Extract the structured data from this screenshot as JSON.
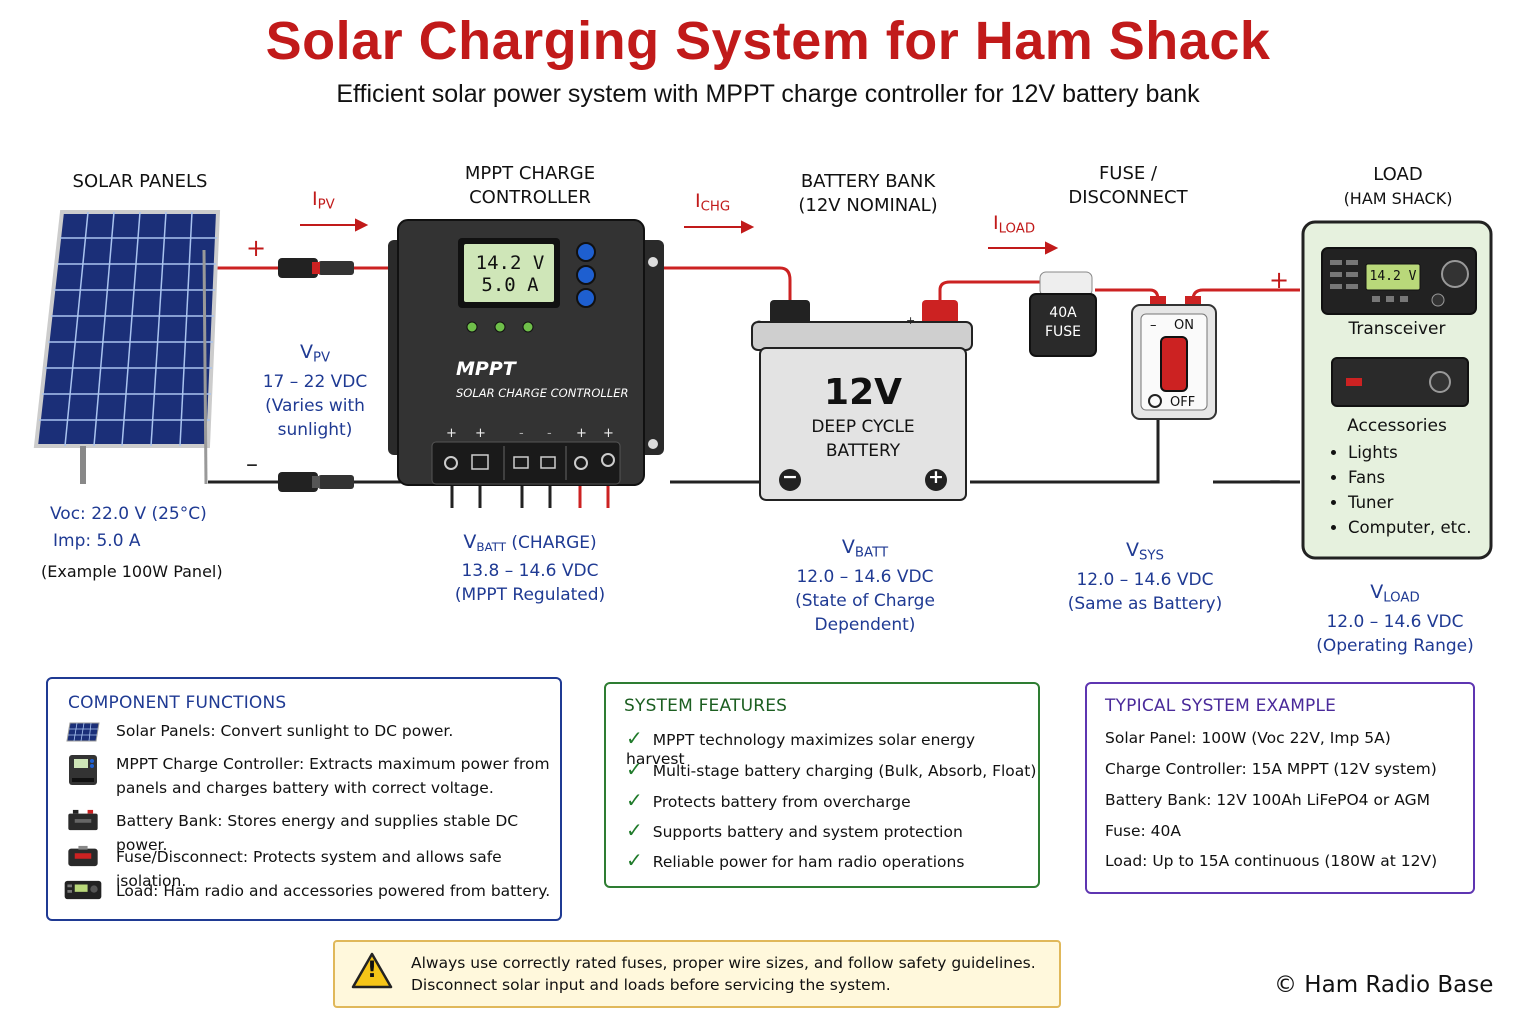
{
  "title": "Solar Charging System for Ham Shack",
  "subtitle": "Efficient solar power system with MPPT charge controller for 12V battery bank",
  "sections": {
    "solar": "SOLAR PANELS",
    "mppt": [
      "MPPT CHARGE",
      "CONTROLLER"
    ],
    "battery": [
      "BATTERY BANK",
      "(12V NOMINAL)"
    ],
    "fuse": [
      "FUSE /",
      "DISCONNECT"
    ],
    "load": [
      "LOAD",
      "(HAM SHACK)"
    ]
  },
  "currents": {
    "pv": {
      "main": "I",
      "sub": "PV"
    },
    "chg": {
      "main": "I",
      "sub": "CHG"
    },
    "load": {
      "main": "I",
      "sub": "LOAD"
    }
  },
  "polarity": {
    "plus": "+",
    "minus": "–"
  },
  "panel_specs": [
    "Voc: 22.0 V (25°C)",
    "Imp: 5.0 A",
    "(Example 100W Panel)"
  ],
  "vpv": {
    "main": "V",
    "sub": "PV",
    "lines": [
      "17 – 22 VDC",
      "(Varies with",
      "sunlight)"
    ]
  },
  "controller": {
    "display_v": "14.2 V",
    "display_a": "5.0 A",
    "brand": "MPPT",
    "model": "SOLAR CHARGE CONTROLLER",
    "terminal_marks": [
      "+",
      "+",
      "-",
      "-",
      "+",
      "+"
    ]
  },
  "vbatt_charge": {
    "main": "V",
    "sub": "BATT",
    "suffix": " (CHARGE)",
    "lines": [
      "13.8 – 14.6 VDC",
      "(MPPT Regulated)"
    ]
  },
  "battery": {
    "voltage": "12V",
    "line1": "DEEP CYCLE",
    "line2": "BATTERY",
    "neg": "−",
    "pos": "+",
    "top_neg": "-",
    "top_pos": "+"
  },
  "vbatt": {
    "main": "V",
    "sub": "BATT",
    "lines": [
      "12.0 – 14.6 VDC",
      "(State of Charge",
      "Dependent)"
    ]
  },
  "fuse": {
    "rating": "40A",
    "label": "FUSE"
  },
  "switch": {
    "on": "ON",
    "off": "OFF"
  },
  "vsys": {
    "main": "V",
    "sub": "SYS",
    "lines": [
      "12.0 – 14.6 VDC",
      "(Same as Battery)"
    ]
  },
  "load": {
    "transceiver_display": "14.2 V",
    "transceiver_label": "Transceiver",
    "accessories_label": "Accessories",
    "items": [
      "Lights",
      "Fans",
      "Tuner",
      "Computer, etc."
    ]
  },
  "vload": {
    "main": "V",
    "sub": "LOAD",
    "lines": [
      "12.0 – 14.6 VDC",
      "(Operating Range)"
    ]
  },
  "component_functions": {
    "heading": "COMPONENT FUNCTIONS",
    "rows": [
      {
        "name": "Solar Panels:",
        "desc": "Convert sunlight to DC power.",
        "icon": "solar-panel-icon"
      },
      {
        "name": "MPPT Charge Controller:",
        "desc": "Extracts maximum power from",
        "desc2": "panels and charges battery with correct voltage.",
        "icon": "charge-controller-icon"
      },
      {
        "name": "Battery Bank:",
        "desc": "Stores energy and supplies stable DC power.",
        "icon": "battery-icon"
      },
      {
        "name": "Fuse/Disconnect:",
        "desc": "Protects system and allows safe isolation.",
        "icon": "fuse-icon"
      },
      {
        "name": "Load:",
        "desc": "Ham radio and accessories powered from battery.",
        "icon": "radio-icon"
      }
    ]
  },
  "system_features": {
    "heading": "SYSTEM FEATURES",
    "check": "✓",
    "items": [
      "MPPT technology maximizes solar energy harvest",
      "Multi-stage battery charging (Bulk, Absorb, Float)",
      "Protects battery from overcharge",
      "Supports battery and system protection",
      "Reliable power for ham radio operations"
    ]
  },
  "typical_example": {
    "heading": "TYPICAL SYSTEM EXAMPLE",
    "items": [
      "Solar Panel:  100W (Voc 22V, Imp 5A)",
      "Charge Controller:  15A MPPT (12V system)",
      "Battery Bank:  12V 100Ah LiFePO4 or AGM",
      "Fuse:  40A",
      "Load:  Up to 15A continuous (180W at 12V)"
    ]
  },
  "warning": {
    "symbol": "!",
    "line1": "Always use correctly rated fuses, proper wire sizes, and follow safety guidelines.",
    "line2": "Disconnect solar input and loads before servicing the system."
  },
  "copyright": "© Ham Radio Base",
  "colors": {
    "title": "#c11a1a",
    "wire_pos": "#cc2222",
    "wire_neg": "#222222",
    "blue_text": "#1f3a93",
    "features_border": "#2e7d32",
    "example_border": "#5e35b1",
    "functions_border": "#1f3a93",
    "warning_bg": "#fff8dc",
    "warning_border": "#e0b85a"
  }
}
